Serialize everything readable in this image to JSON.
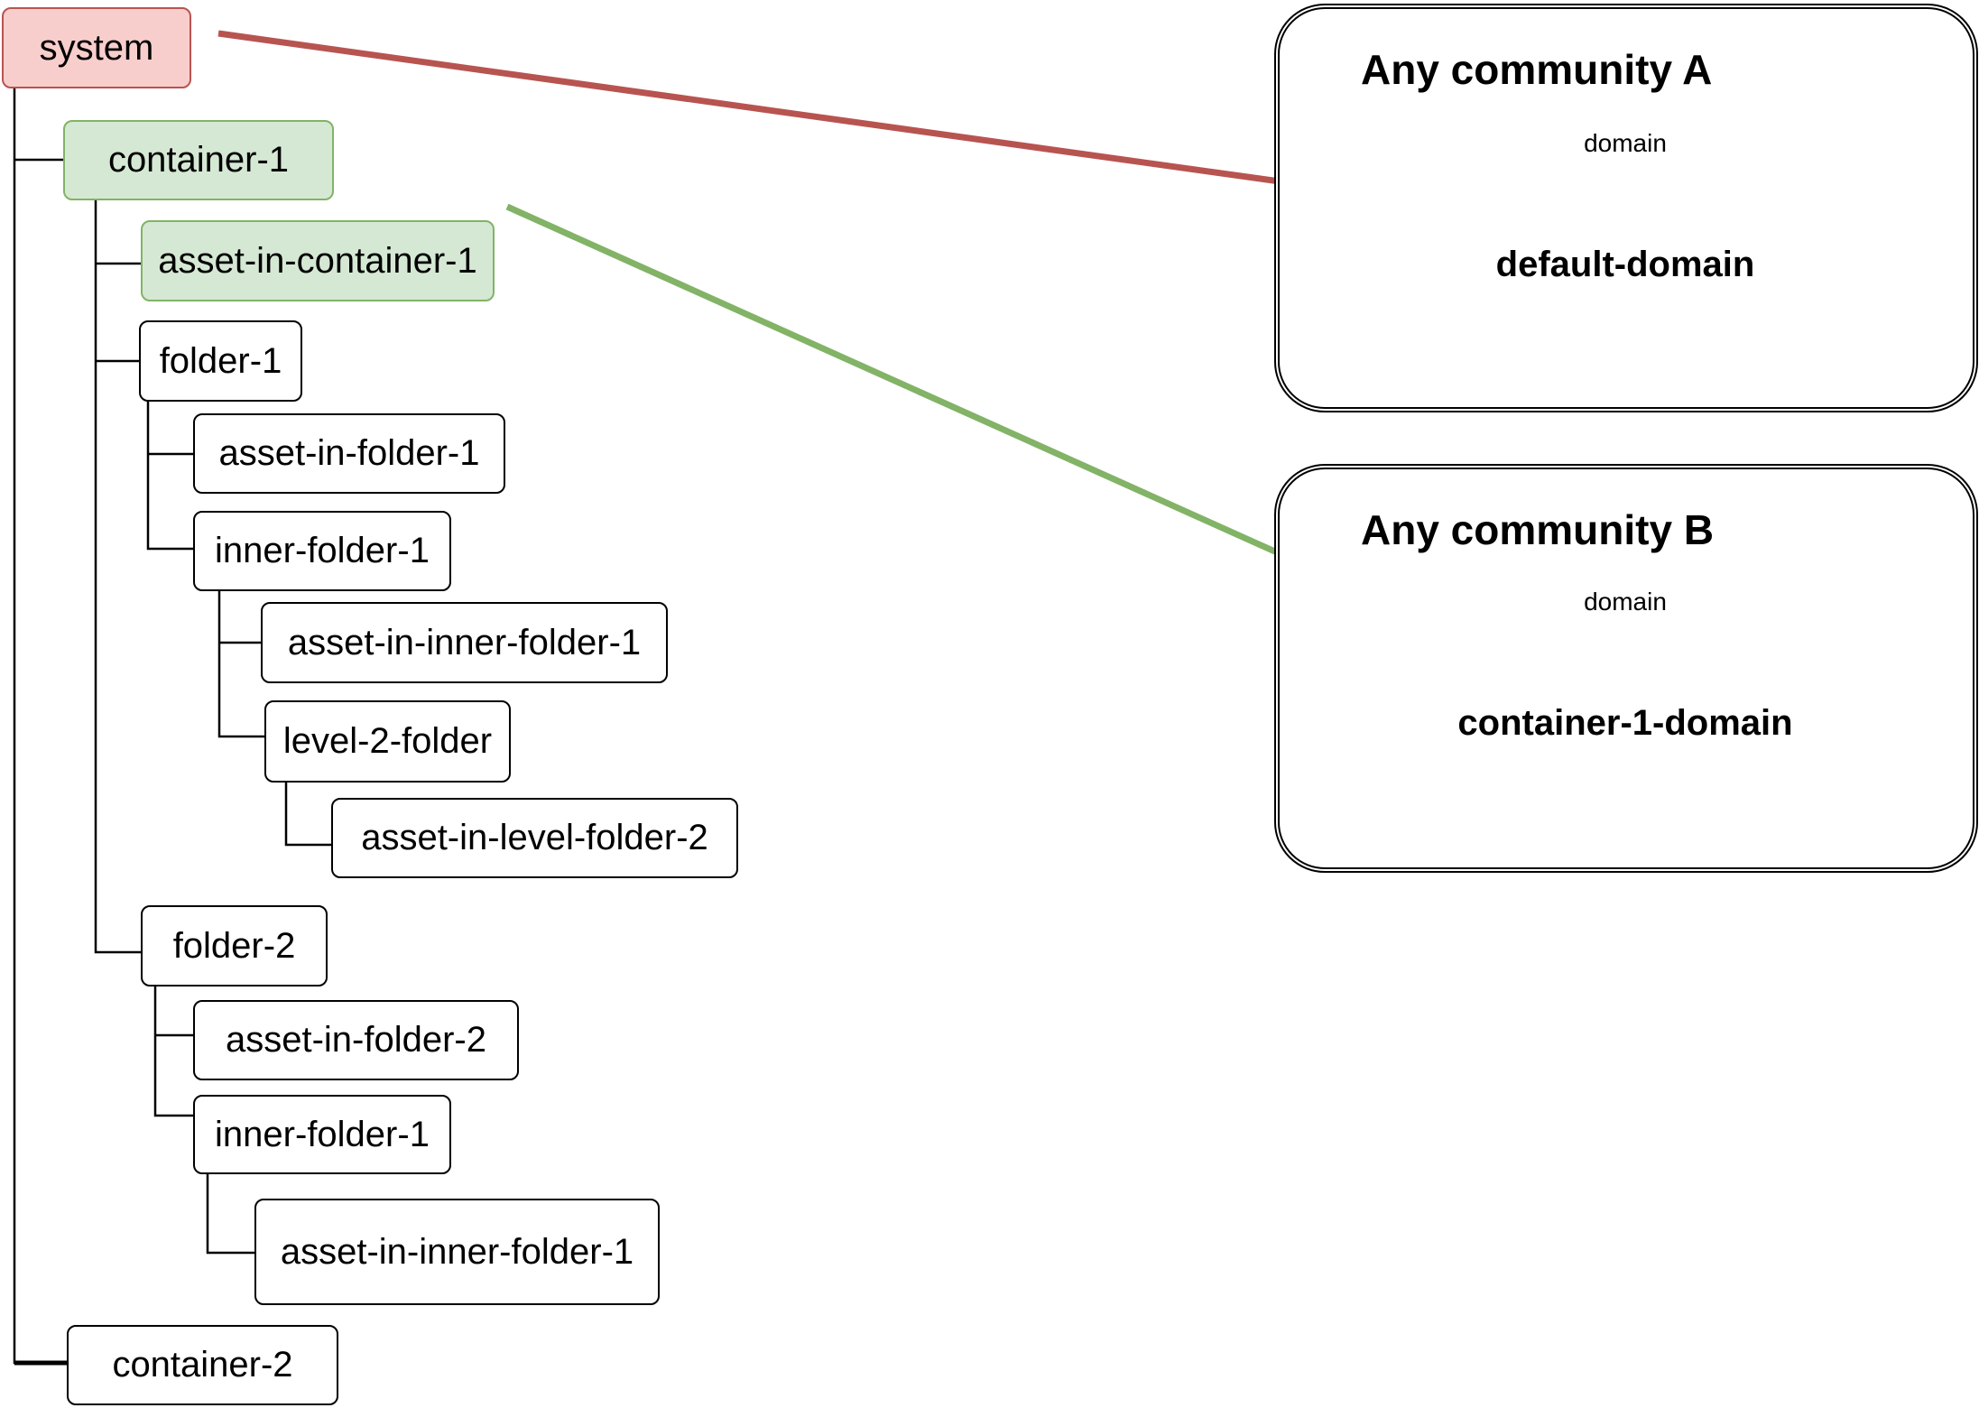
{
  "tree": {
    "system": "system",
    "container_1": "container-1",
    "asset_in_container_1": "asset-in-container-1",
    "folder_1": "folder-1",
    "asset_in_folder_1": "asset-in-folder-1",
    "inner_folder_1": "inner-folder-1",
    "asset_in_inner_folder_1": "asset-in-inner-folder-1",
    "level_2_folder": "level-2-folder",
    "asset_in_level_folder_2": "asset-in-level-folder-2",
    "folder_2": "folder-2",
    "asset_in_folder_2": "asset-in-folder-2",
    "inner_folder_1_b": "inner-folder-1",
    "asset_in_inner_folder_1_b": "asset-in-inner-folder-1",
    "container_2": "container-2"
  },
  "communities": [
    {
      "title": "Any community A",
      "domain_label": "domain",
      "domain_name": "default-domain",
      "color": "#b85450"
    },
    {
      "title": "Any community B",
      "domain_label": "domain",
      "domain_name": "container-1-domain",
      "color": "#82b366"
    }
  ],
  "colors": {
    "red_fill": "#f8cecc",
    "red_stroke": "#b85450",
    "green_fill": "#d5e8d4",
    "green_stroke": "#82b366"
  }
}
